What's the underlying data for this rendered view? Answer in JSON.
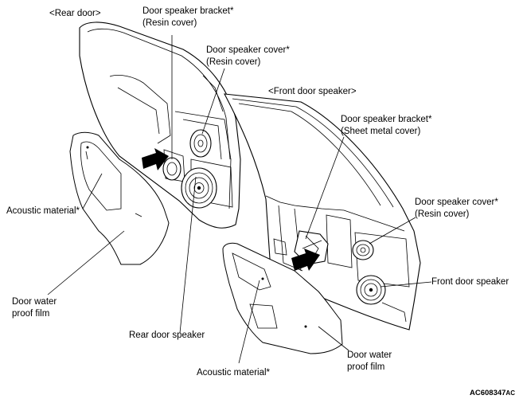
{
  "labels": {
    "rear_door_title": "<Rear door>",
    "front_door_title": "<Front door speaker>",
    "rear_bracket_line1": "Door speaker bracket*",
    "rear_bracket_line2": "(Resin cover)",
    "rear_cover_line1": "Door speaker cover*",
    "rear_cover_line2": "(Resin cover)",
    "front_bracket_line1": "Door speaker bracket*",
    "front_bracket_line2": "(Sheet metal cover)",
    "front_cover_line1": "Door speaker cover*",
    "front_cover_line2": "(Resin cover)",
    "rear_acoustic": "Acoustic material*",
    "rear_film_line1": "Door water",
    "rear_film_line2": "proof film",
    "rear_speaker": "Rear door speaker",
    "front_speaker": "Front door speaker",
    "front_film_line1": "Door water",
    "front_film_line2": "proof film",
    "front_acoustic": "Acoustic material*",
    "figure_code": "AC608347",
    "figure_code_suffix": "AC"
  }
}
